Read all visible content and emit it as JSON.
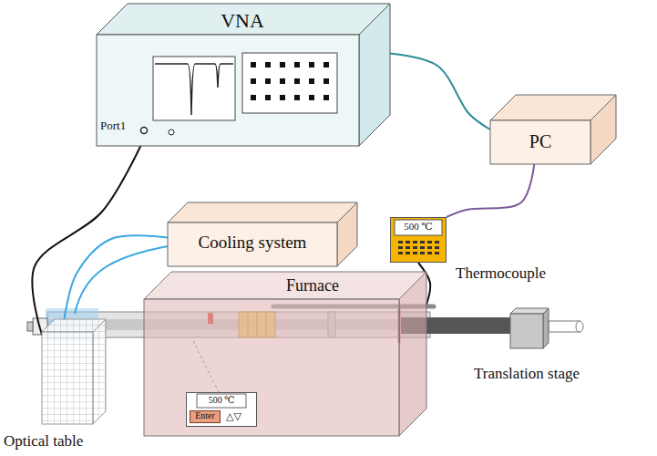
{
  "diagram": {
    "nodes": [
      {
        "text": [
          "VNA",
          "Port1"
        ]
      },
      {
        "text": [
          "PC"
        ]
      },
      {
        "text": [
          "Cooling system"
        ]
      },
      {
        "text": [
          "500 ℃",
          "Thermocouple"
        ]
      },
      {
        "text": [
          "Furnace"
        ]
      },
      {
        "text": [
          "500 ℃",
          "△▽"
        ],
        "in": 4
      },
      {
        "text": [
          "Enter"
        ],
        "in": 5
      },
      {
        "text": [
          "Translation stage"
        ]
      },
      {
        "text": [
          "Optical table"
        ]
      }
    ],
    "edges": [
      {
        "from": 0,
        "to": 1,
        "arrow": "none"
      },
      {
        "from": 1,
        "to": 3,
        "arrow": "none"
      },
      {
        "from": 0,
        "to": 8,
        "arrow": "none"
      },
      {
        "from": 2,
        "to": 8,
        "arrow": "none"
      },
      {
        "from": 3,
        "to": 4,
        "arrow": "none"
      }
    ]
  }
}
